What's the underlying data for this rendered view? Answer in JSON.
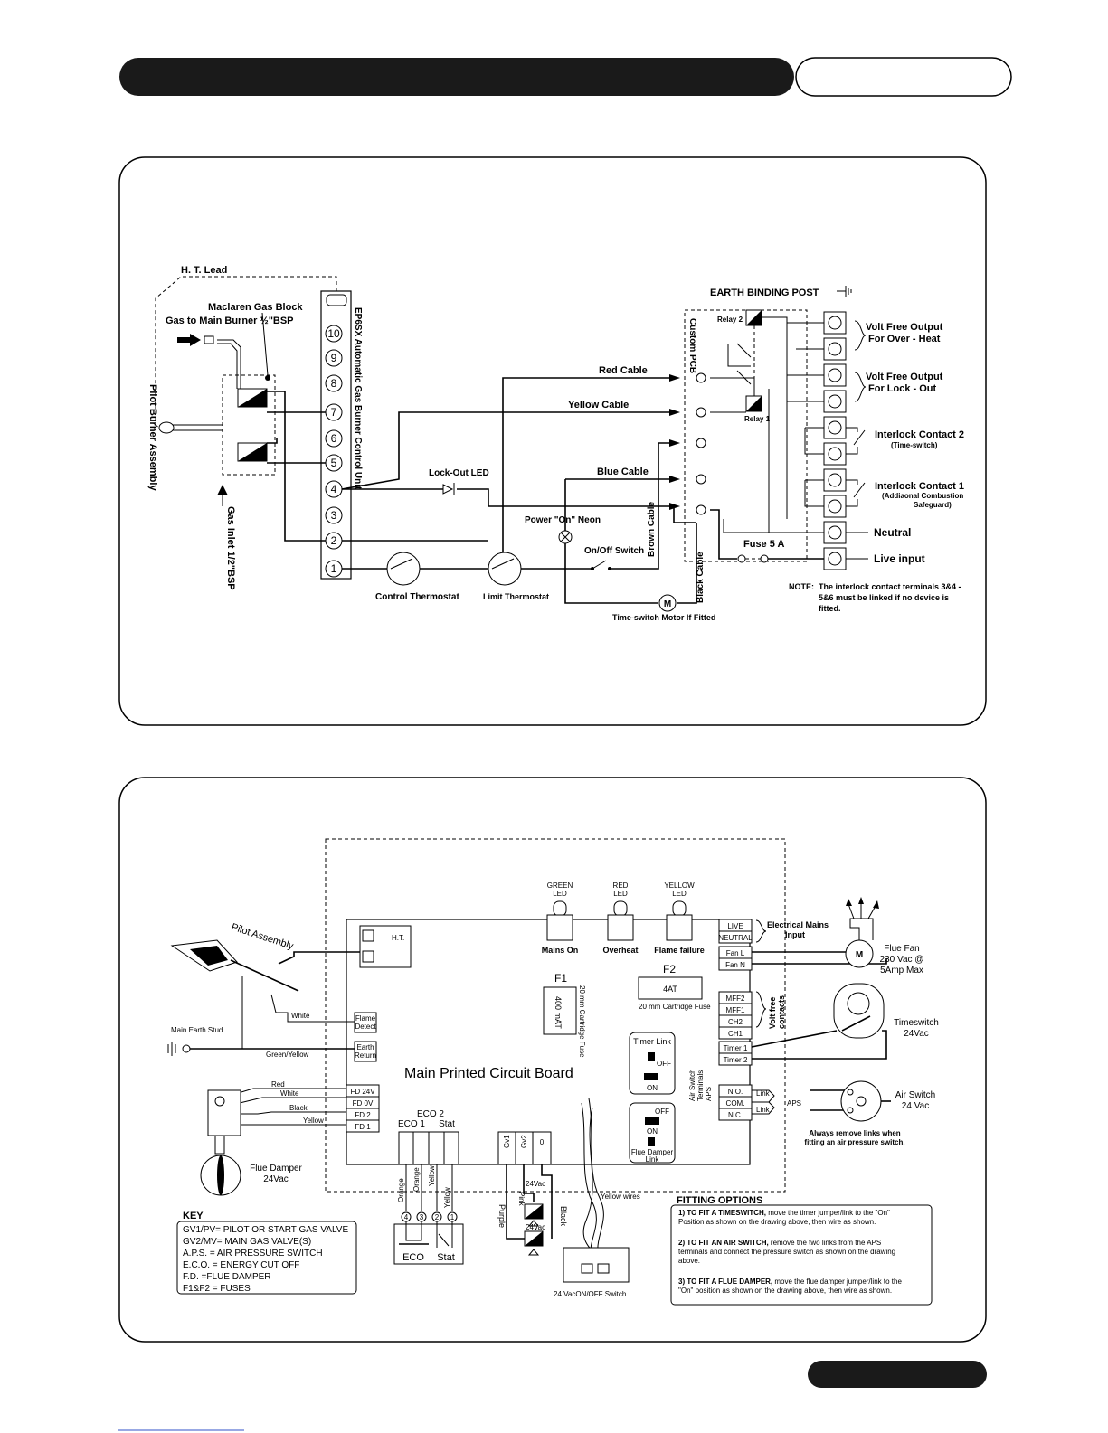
{
  "diagram1": {
    "ht_lead": "H. T. Lead",
    "gas_block": "Maclaren Gas Block",
    "gas_main_burner": "Gas to Main Burner ½\"BSP",
    "pilot_burner": "Pilot Burner Assembly",
    "gas_inlet": "Gas Inlet 1/2\"BSP",
    "control_unit": "EP6SX Automatic Gas Burner Control Unit",
    "terminals": [
      "10",
      "9",
      "8",
      "7",
      "6",
      "5",
      "4",
      "3",
      "2",
      "1"
    ],
    "lockout_led": "Lock-Out LED",
    "power_neon": "Power \"On\" Neon",
    "onoff_switch": "On/Off Switch",
    "control_thermostat": "Control Thermostat",
    "limit_thermostat": "Limit Thermostat",
    "timeswitch_motor": "Time-switch Motor If Fitted",
    "red_cable": "Red Cable",
    "yellow_cable": "Yellow Cable",
    "blue_cable": "Blue Cable",
    "brown_cable": "Brown Cable",
    "black_cable": "Black Cable",
    "custom_pcb": "Custom PCB",
    "earth_post": "EARTH BINDING POST",
    "relay1": "Relay 1",
    "relay2": "Relay 2",
    "vfo_overheat_1": "Volt Free Output",
    "vfo_overheat_2": "For Over - Heat",
    "vfo_lockout_1": "Volt Free Output",
    "vfo_lockout_2": "For Lock - Out",
    "interlock2": "Interlock Contact 2",
    "interlock2_sub": "(Time-switch)",
    "interlock1": "Interlock Contact 1",
    "interlock1_sub1": "(Addiaonal Combustion",
    "interlock1_sub2": "Safeguard)",
    "neutral": "Neutral",
    "live_input": "Live input",
    "fuse": "Fuse 5 A",
    "note_label": "NOTE:",
    "note_1": "The interlock contact terminals 3&4 -",
    "note_2": "5&6  must be linked if no device is",
    "note_3": "fitted."
  },
  "diagram2": {
    "green_led_1": "GREEN",
    "green_led_2": "LED",
    "red_led_1": "RED",
    "red_led_2": "LED",
    "yellow_led_1": "YELLOW",
    "yellow_led_2": "LED",
    "mains_on": "Mains On",
    "overheat": "Overheat",
    "flame_failure": "Flame failure",
    "ht": "H.T.",
    "pilot_assembly": "Pilot Assembly",
    "flame_detect_1": "Flame",
    "flame_detect_2": "Detect",
    "earth_return_1": "Earth",
    "earth_return_2": "Return",
    "white": "White",
    "green_yellow": "Green/Yellow",
    "main_earth_stud": "Main Earth Stud",
    "f1": "F1",
    "f1_value": "400 mAT",
    "f1_desc": "20 mm Cartridge Fuse",
    "f2": "F2",
    "f2_value": "4AT",
    "f2_desc": "20 mm Cartridge Fuse",
    "board_title": "Main Printed Circuit Board",
    "timer_link": "Timer Link",
    "off": "OFF",
    "on": "ON",
    "flue_damper_link_1": "Flue Damper",
    "flue_damper_link_2": "Link",
    "aps_terminals_1": "Air Switch",
    "aps_terminals_2": "Terminals",
    "aps_terminals_3": "APS",
    "right_terms": [
      "LIVE",
      "NEUTRAL",
      "Fan L",
      "Fan N",
      "MFF2",
      "MFF1",
      "CH2",
      "CH1",
      "Timer 1",
      "Timer 2",
      "N.O.",
      "COM.",
      "N.C."
    ],
    "mains_input_1": "Electrical Mains",
    "mains_input_2": "Input",
    "volt_free_1": "Volt free",
    "volt_free_2": "contacts",
    "flue_fan_1": "Flue Fan",
    "flue_fan_2": "230 Vac @",
    "flue_fan_3": "5Amp Max",
    "timeswitch_1": "Timeswitch",
    "timeswitch_2": "24Vac",
    "link": "Link",
    "aps": "APS",
    "air_switch_1": "Air Switch",
    "air_switch_2": "24 Vac",
    "aps_note_1": "Always remove links when",
    "aps_note_2": "fitting an air pressure switch.",
    "fd_terms": [
      "FD 24V",
      "FD 0V",
      "FD 2",
      "FD 1"
    ],
    "fd_wires": [
      "Red",
      "White",
      "Black",
      "Yellow"
    ],
    "flue_damper_1": "Flue Damper",
    "flue_damper_2": "24Vac",
    "eco1": "ECO 1",
    "eco2": "ECO 2",
    "stat": "Stat",
    "gv1": "Gv1",
    "gv2": "Gv2",
    "zero": "0",
    "eco_wires": [
      "Orange",
      "Orange",
      "Yellow",
      "Yellow"
    ],
    "eco_nums": [
      "4",
      "3",
      "2",
      "1"
    ],
    "eco": "ECO",
    "stat2": "Stat",
    "pink": "Pink",
    "purple": "Purple",
    "black": "Black",
    "v24a": "24Vac",
    "v24b": "24Vac",
    "yellow_wires": "Yellow wires",
    "onoff_switch": "24 VacON/OFF Switch",
    "key_title": "KEY",
    "key_items": [
      "GV1/PV= PILOT OR START GAS VALVE",
      "GV2/MV= MAIN GAS VALVE(S)",
      "A.P.S. = AIR PRESSURE SWITCH",
      "E.C.O. = ENERGY CUT OFF",
      "F.D. =FLUE DAMPER",
      "F1&F2 = FUSES"
    ],
    "fitting_title": "FITTING OPTIONS",
    "fit1_a": "1) TO FIT A TIMESWITCH,",
    "fit1_b": " move the timer jumper/link to the \"On\"",
    "fit1_c": "Position as shown on the drawing above, then wire as shown.",
    "fit2_a": "2) TO FIT AN AIR SWITCH,",
    "fit2_b": " remove the two links from the APS",
    "fit2_c": "terminals and connect the pressure switch as shown on the drawing",
    "fit2_d": "above.",
    "fit3_a": "3) TO FIT A FLUE DAMPER,",
    "fit3_b": " move the flue damper jumper/link to the",
    "fit3_c": "\"On\" position as shown on the drawing above, then wire as shown."
  }
}
